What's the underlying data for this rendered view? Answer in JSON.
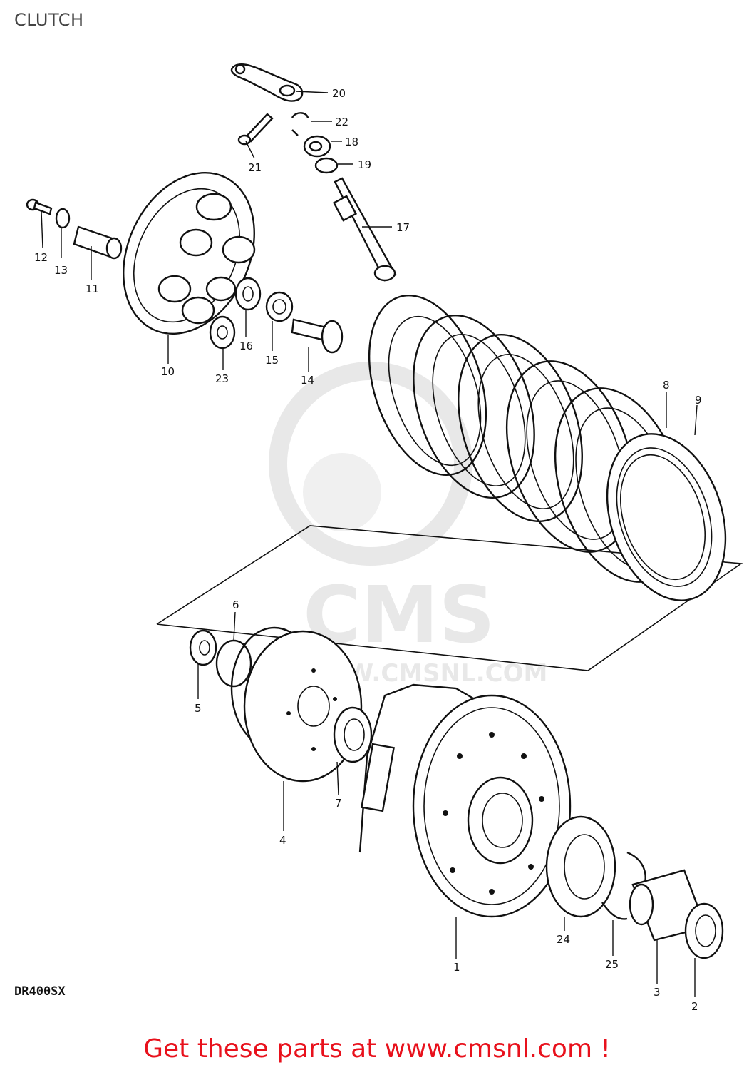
{
  "page": {
    "title": "CLUTCH",
    "model": "DR400SX",
    "cta": "Get these parts at www.cmsnl.com !"
  },
  "watermark": {
    "brand": "CMS",
    "url": "WWW.CMSNL.COM",
    "color": "#e6e6e6"
  },
  "colors": {
    "cta": "#e8111c",
    "ink": "#111111"
  },
  "callouts": [
    {
      "id": "20",
      "label": "20"
    },
    {
      "id": "22",
      "label": "22"
    },
    {
      "id": "18",
      "label": "18"
    },
    {
      "id": "19",
      "label": "19"
    },
    {
      "id": "21",
      "label": "21"
    },
    {
      "id": "17",
      "label": "17"
    },
    {
      "id": "12",
      "label": "12"
    },
    {
      "id": "13",
      "label": "13"
    },
    {
      "id": "11",
      "label": "11"
    },
    {
      "id": "10",
      "label": "10"
    },
    {
      "id": "23",
      "label": "23"
    },
    {
      "id": "16",
      "label": "16"
    },
    {
      "id": "15",
      "label": "15"
    },
    {
      "id": "14",
      "label": "14"
    },
    {
      "id": "8",
      "label": "8"
    },
    {
      "id": "9",
      "label": "9"
    },
    {
      "id": "6",
      "label": "6"
    },
    {
      "id": "5",
      "label": "5"
    },
    {
      "id": "4",
      "label": "4"
    },
    {
      "id": "7",
      "label": "7"
    },
    {
      "id": "1",
      "label": "1"
    },
    {
      "id": "24",
      "label": "24"
    },
    {
      "id": "25",
      "label": "25"
    },
    {
      "id": "3",
      "label": "3"
    },
    {
      "id": "2",
      "label": "2"
    }
  ]
}
